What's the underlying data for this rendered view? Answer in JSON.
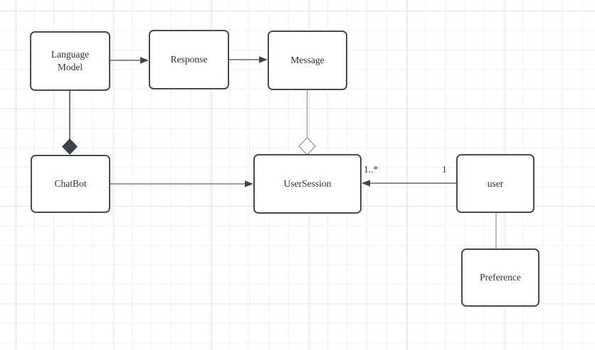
{
  "canvas": {
    "background_color": "#ffffff",
    "grid_minor_color": "#f2f2f2",
    "grid_major_color": "#e4e4e4"
  },
  "diagram": {
    "nodes": [
      {
        "id": "language-model",
        "label": [
          "Language",
          "Model"
        ]
      },
      {
        "id": "response",
        "label": "Response"
      },
      {
        "id": "message",
        "label": "Message"
      },
      {
        "id": "chatbot",
        "label": "ChatBot"
      },
      {
        "id": "user-session",
        "label": "UserSession"
      },
      {
        "id": "user",
        "label": "user"
      },
      {
        "id": "preference",
        "label": "Preference"
      }
    ],
    "edges": [
      {
        "id": "language-model-to-response",
        "type": "arrow",
        "from": "language-model",
        "to": "response"
      },
      {
        "id": "response-to-message",
        "type": "arrow",
        "from": "response",
        "to": "message"
      },
      {
        "id": "language-model-to-chatbot",
        "type": "composition",
        "from": "language-model",
        "to": "chatbot"
      },
      {
        "id": "message-to-user-session",
        "type": "aggregation",
        "from": "message",
        "to": "user-session"
      },
      {
        "id": "chatbot-to-user-session",
        "type": "arrow",
        "from": "chatbot",
        "to": "user-session"
      },
      {
        "id": "user-to-user-session",
        "type": "arrow",
        "from": "user",
        "to": "user-session",
        "labels": [
          {
            "text": "1..*",
            "near": "user-session"
          },
          {
            "text": "1",
            "near": "user"
          }
        ]
      },
      {
        "id": "user-to-preference",
        "type": "line",
        "from": "user",
        "to": "preference"
      }
    ],
    "colors": {
      "node_fill": "#ffffff",
      "node_border": "#454d57",
      "connector": "#60666e",
      "connector_light": "#9ba1a8",
      "arrowhead_fill": "#3f4650",
      "composition_diamond_fill": "#3a424d",
      "text": "#2c323a"
    }
  }
}
